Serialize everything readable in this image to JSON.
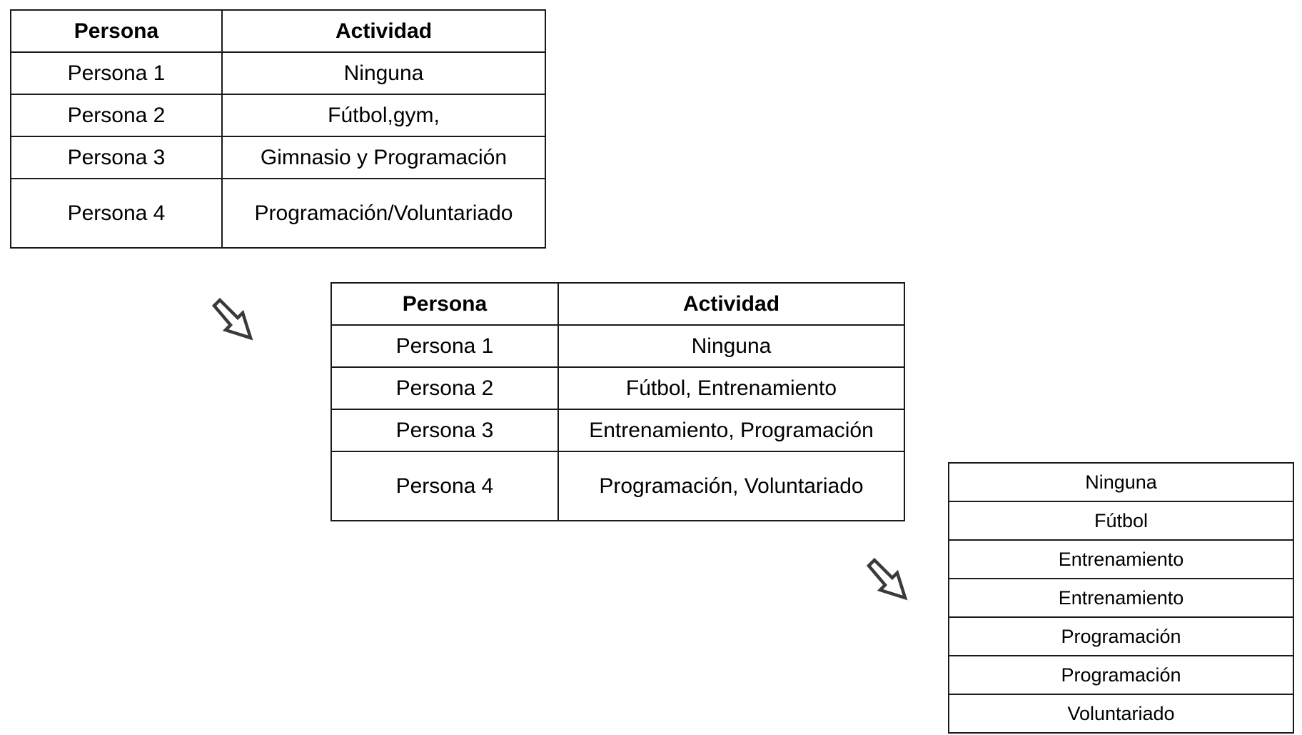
{
  "table_original": {
    "headers": [
      "Persona",
      "Actividad"
    ],
    "rows": [
      [
        "Persona 1",
        "Ninguna"
      ],
      [
        "Persona 2",
        "Fútbol,gym,"
      ],
      [
        "Persona 3",
        "Gimnasio y Programación"
      ],
      [
        "Persona 4",
        "Programación/Voluntariado"
      ]
    ]
  },
  "table_normalized": {
    "headers": [
      "Persona",
      "Actividad"
    ],
    "rows": [
      [
        "Persona 1",
        "Ninguna"
      ],
      [
        "Persona 2",
        "Fútbol, Entrenamiento"
      ],
      [
        "Persona 3",
        "Entrenamiento, Programación"
      ],
      [
        "Persona 4",
        "Programación, Voluntariado"
      ]
    ]
  },
  "table_activities": {
    "rows": [
      "Ninguna",
      "Fútbol",
      "Entrenamiento",
      "Entrenamiento",
      "Programación",
      "Programación",
      "Voluntariado"
    ]
  },
  "icons": {
    "arrow": "down-right-arrow-icon"
  },
  "colors": {
    "border": "#1a1a1a",
    "arrow_stroke": "#3a3a3a"
  }
}
